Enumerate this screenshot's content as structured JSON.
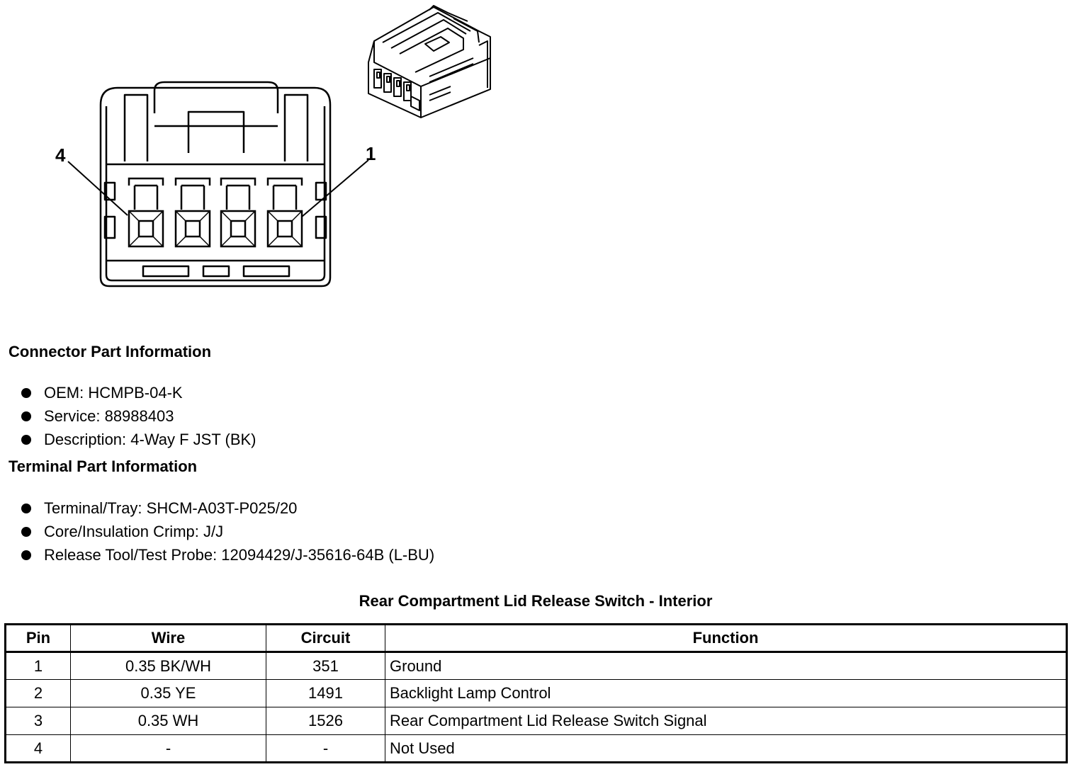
{
  "diagram": {
    "pin_callouts": [
      "4",
      "1"
    ]
  },
  "connector_info": {
    "heading": "Connector Part Information",
    "items": [
      "OEM: HCMPB-04-K",
      "Service: 88988403",
      "Description: 4-Way F JST (BK)"
    ]
  },
  "terminal_info": {
    "heading": "Terminal Part Information",
    "items": [
      "Terminal/Tray: SHCM-A03T-P025/20",
      "Core/Insulation Crimp: J/J",
      "Release Tool/Test Probe: 12094429/J-35616-64B (L-BU)"
    ]
  },
  "table": {
    "title": "Rear Compartment Lid Release Switch - Interior",
    "headers": [
      "Pin",
      "Wire",
      "Circuit",
      "Function"
    ],
    "rows": [
      [
        "1",
        "0.35 BK/WH",
        "351",
        "Ground"
      ],
      [
        "2",
        "0.35 YE",
        "1491",
        "Backlight Lamp Control"
      ],
      [
        "3",
        "0.35 WH",
        "1526",
        "Rear Compartment Lid Release Switch Signal"
      ],
      [
        "4",
        "-",
        "-",
        "Not Used"
      ]
    ]
  }
}
